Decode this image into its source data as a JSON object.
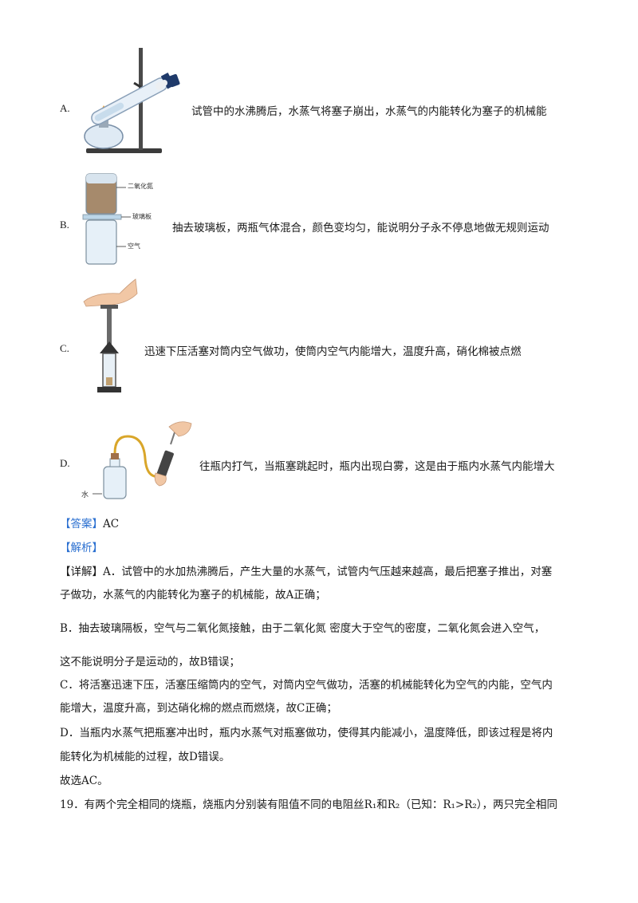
{
  "options": [
    {
      "letter": "A.",
      "text": "试管中的水沸腾后，水蒸气将塞子崩出，水蒸气的内能转化为塞子的机械能"
    },
    {
      "letter": "B.",
      "text": "抽去玻璃板，两瓶气体混合，颜色变均匀，能说明分子永不停息地做无规则运动",
      "labels": {
        "top": "二氧化氮",
        "plate": "玻璃板",
        "bottom": "空气"
      }
    },
    {
      "letter": "C.",
      "text": "迅速下压活塞对筒内空气做功，使筒内空气内能增大，温度升高，硝化棉被点燃"
    },
    {
      "letter": "D.",
      "text": "往瓶内打气，当瓶塞跳起时，瓶内出现白雾，这是由于瓶内水蒸气内能增大",
      "labels": {
        "water": "水"
      }
    }
  ],
  "answer": {
    "tag": "【答案】",
    "value": "AC"
  },
  "analysis_tag": "【解析】",
  "detail": {
    "tag": "【详解】",
    "lines": [
      "A．试管中的水加热沸腾后，产生大量的水蒸气，试管内气压越来越高，最后把塞子推出，对塞",
      "子做功，水蒸气的内能转化为塞子的机械能，故A正确；",
      "B．抽去玻璃隔板，空气与二氧化氮接触，由于二氧化氮        密度大于空气的密度，二氧化氮会进入空气，",
      "这不能说明分子是运动的，故B错误；",
      "C．将活塞迅速下压，活塞压缩筒内的空气，对筒内空气做功，活塞的机械能转化为空气的内能，空气内",
      "能增大，温度升高，到达硝化棉的燃点而燃烧，故C正确；",
      "D．当瓶内水蒸气把瓶塞冲出时，瓶内水蒸气对瓶塞做功，使得其内能减小，温度降低，即该过程是将内",
      "能转化为机械能的过程，故D错误。",
      "故选AC。"
    ]
  },
  "next_question": "19．有两个完全相同的烧瓶，烧瓶内分别装有阻值不同的电阻丝R₁和R₂（已知：R₁>R₂），两只完全相同"
}
